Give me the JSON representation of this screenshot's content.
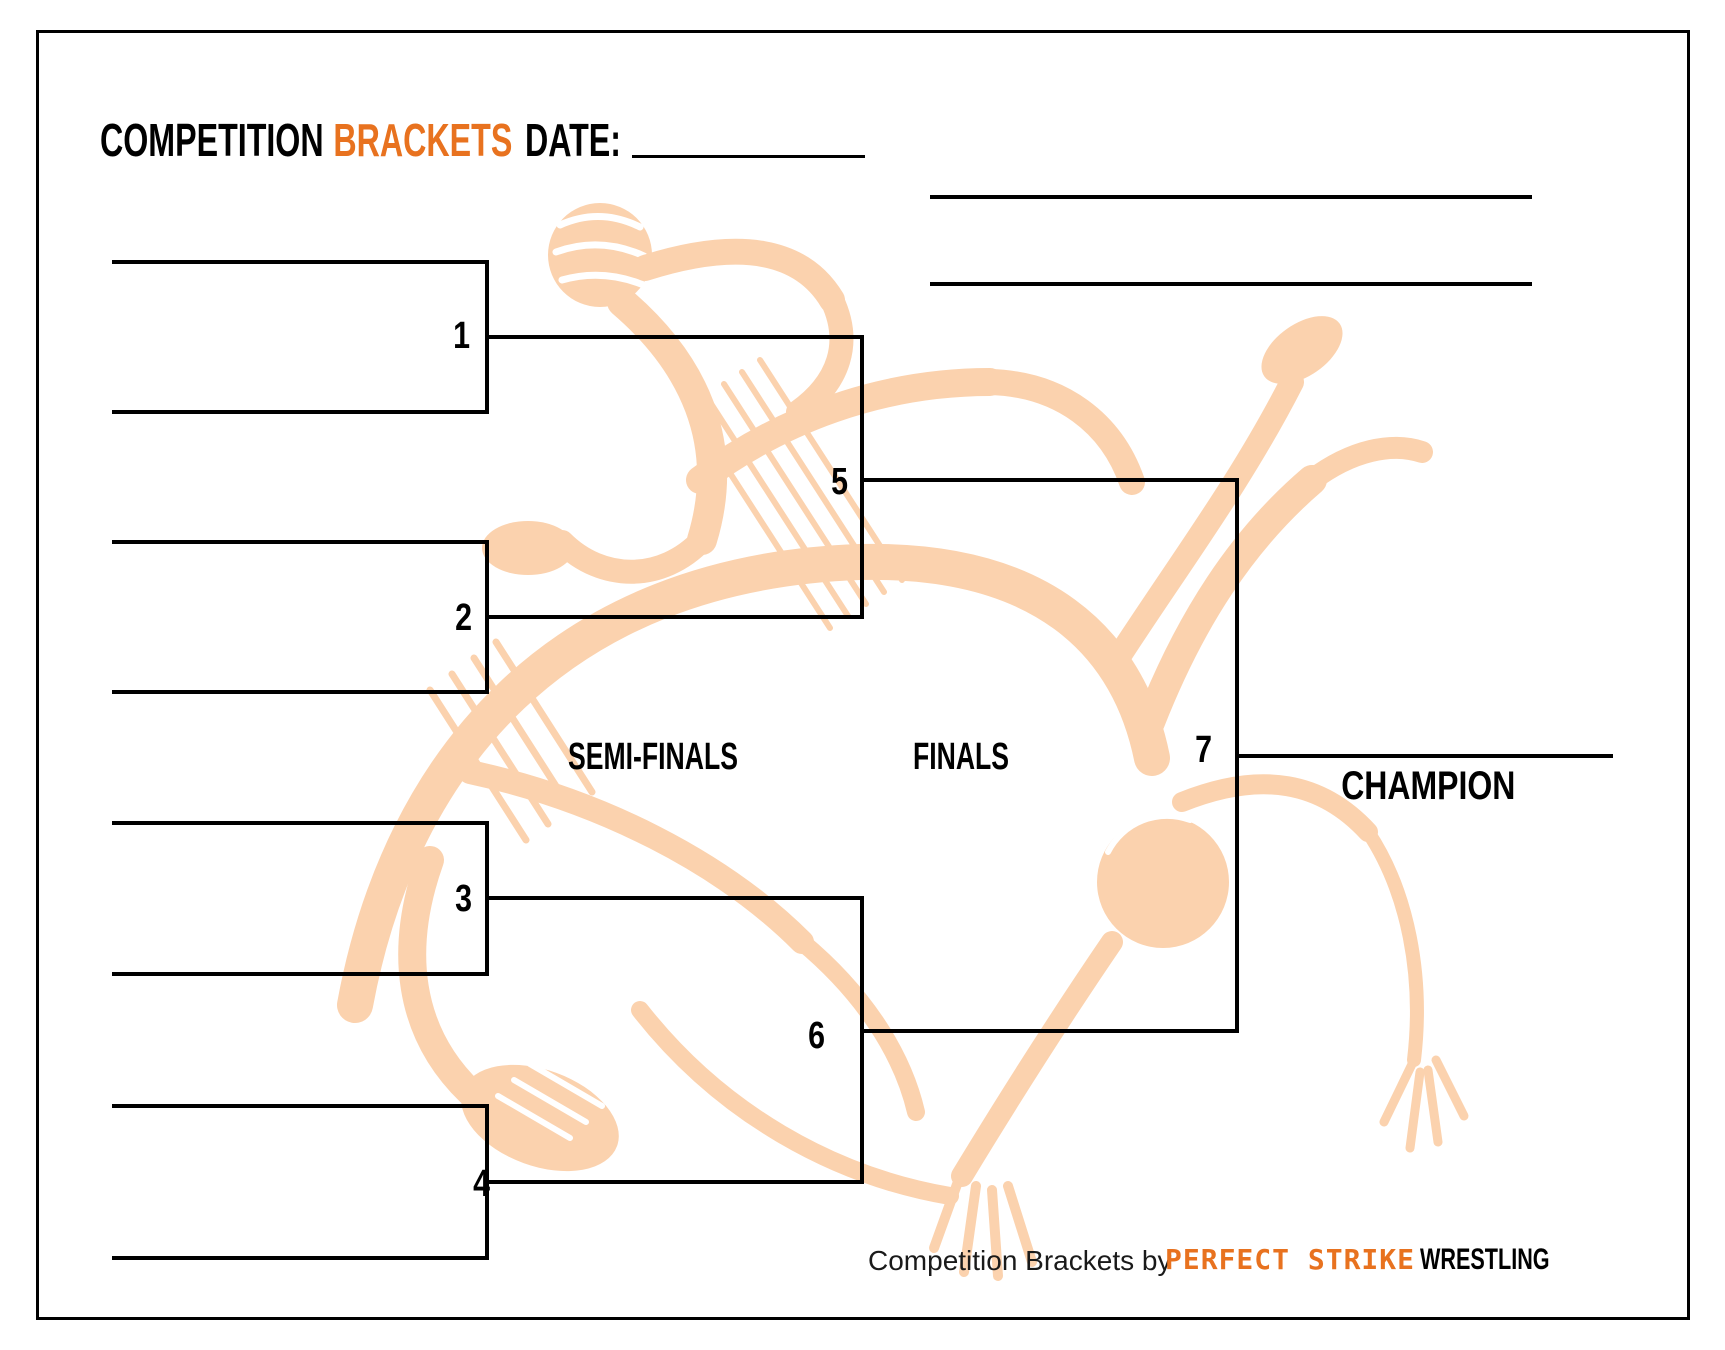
{
  "header": {
    "title_black": "COMPETITION",
    "title_orange": "BRACKETS",
    "date_label": "DATE:"
  },
  "bracket": {
    "numbers": {
      "n1": "1",
      "n2": "2",
      "n3": "3",
      "n4": "4",
      "n5": "5",
      "n6": "6",
      "n7": "7"
    },
    "labels": {
      "semifinals": "SEMI-FINALS",
      "finals": "FINALS",
      "champion": "CHAMPION"
    }
  },
  "footer": {
    "credit_text": "Competition Brackets by",
    "brand_name": "PERFECT STRIKE",
    "brand_suffix": "WRESTLING"
  },
  "colors": {
    "accent": "#E8721F",
    "illustration": "#FBD2AE",
    "line": "#000000"
  }
}
